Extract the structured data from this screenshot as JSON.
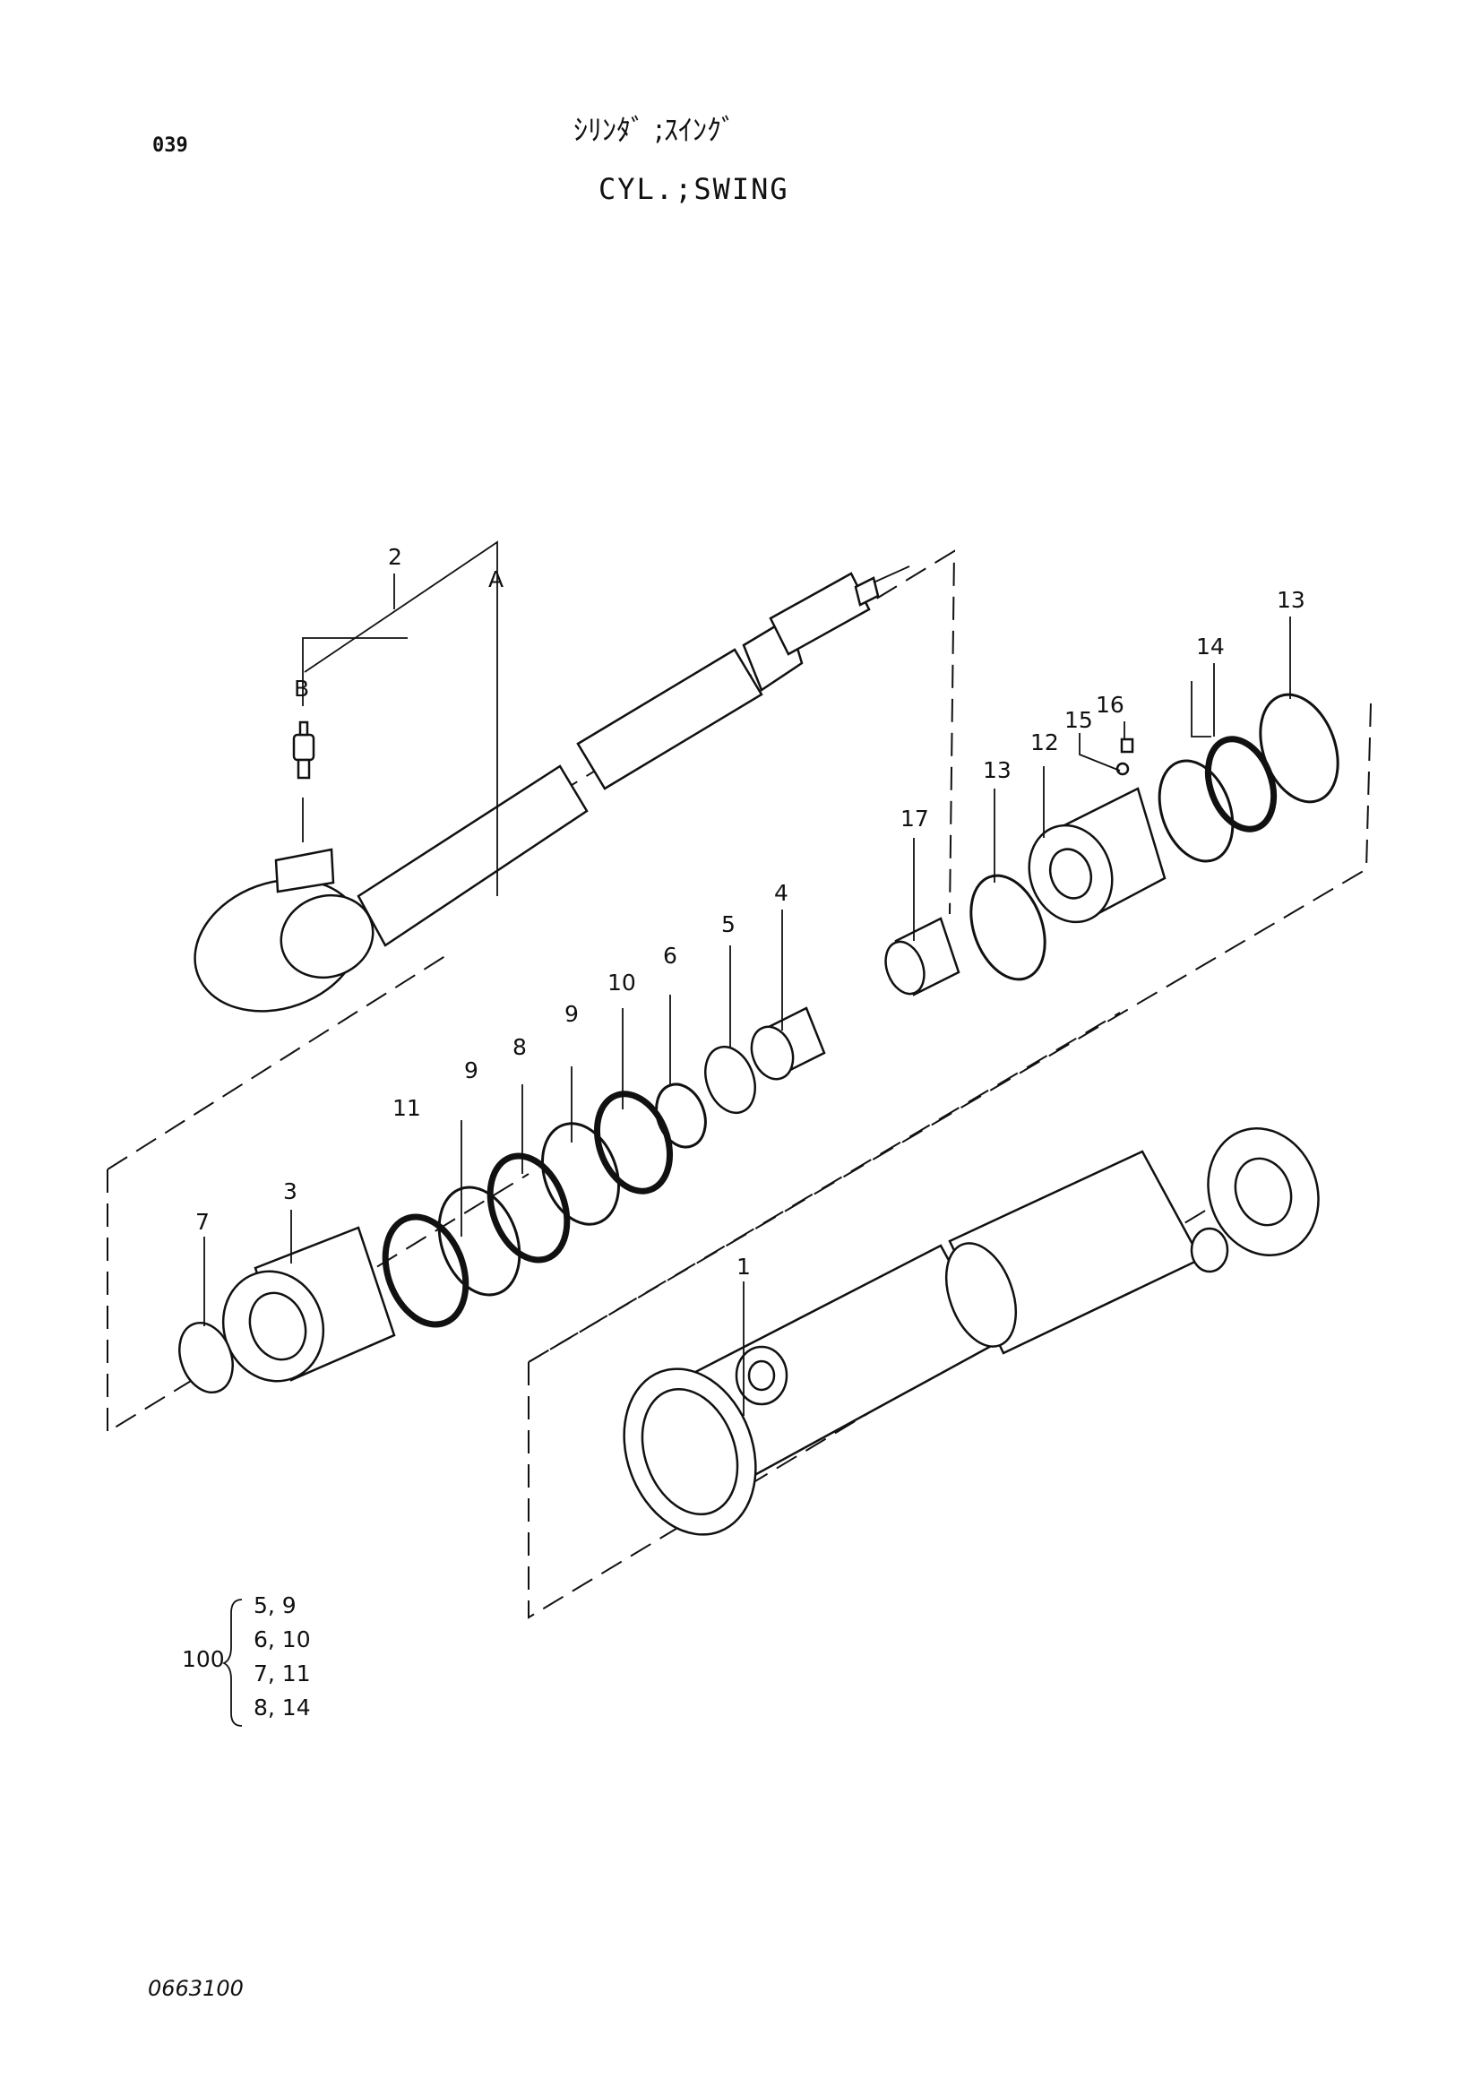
{
  "page_number": "039",
  "title_jp": "ｼﾘﾝﾀﾞ ;ｽｲﾝｸﾞ",
  "title_en": "CYL.;SWING",
  "doc_code": "0663100",
  "callouts": {
    "c1": "1",
    "c2": "2",
    "cA": "A",
    "cB": "B",
    "c3": "3",
    "c4": "4",
    "c5": "5",
    "c6": "6",
    "c7": "7",
    "c8": "8",
    "c9a": "9",
    "c9b": "9",
    "c10": "10",
    "c11": "11",
    "c12": "12",
    "c13a": "13",
    "c13b": "13",
    "c14": "14",
    "c15": "15",
    "c16": "16",
    "c17": "17"
  },
  "kit": {
    "label": "100",
    "rows": [
      "5, 9",
      "6, 10",
      "7, 11",
      "8, 14"
    ]
  }
}
